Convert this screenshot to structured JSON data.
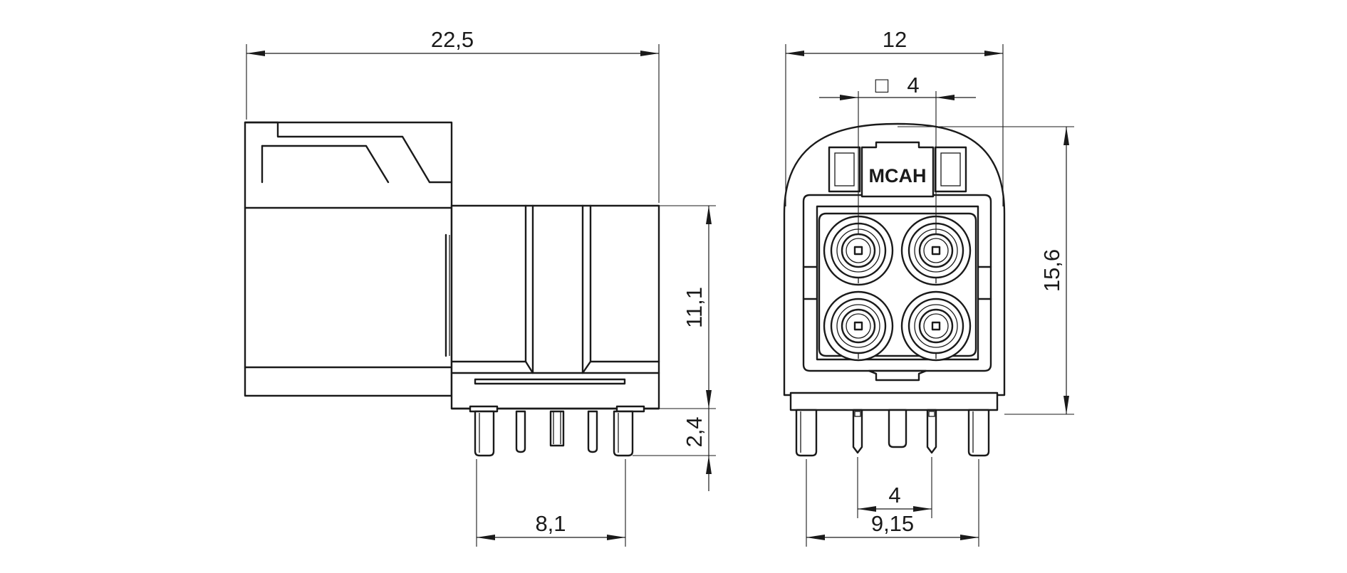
{
  "drawing": {
    "part_label": "MCAH",
    "side_view": {
      "dim_overall_length": "22,5",
      "dim_body_height": "11,1",
      "dim_pin_length": "2,4",
      "dim_pin_spacing": "8,1"
    },
    "front_view": {
      "dim_overall_width": "12",
      "dim_pitch_square_symbol": "□",
      "dim_pitch_square": "4",
      "dim_overall_height": "15,6",
      "dim_pin_pitch": "4",
      "dim_outer_pins": "9,15"
    }
  }
}
